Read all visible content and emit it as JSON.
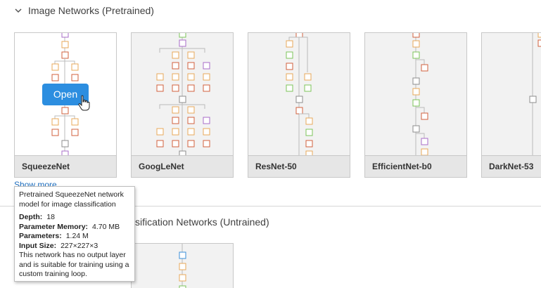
{
  "sections": {
    "pretrained_title": "Image Networks (Pretrained)",
    "untrained_title_visible": "sification Networks (Untrained)"
  },
  "cards": [
    {
      "label": "SqueezeNet",
      "hovered": true
    },
    {
      "label": "GoogLeNet"
    },
    {
      "label": "ResNet-50"
    },
    {
      "label": "EfficientNet-b0"
    },
    {
      "label": "DarkNet-53"
    }
  ],
  "open_button": "Open",
  "show_more": "Show more",
  "tooltip": {
    "description": "Pretrained SqueezeNet network model for image classification",
    "depth_label": "Depth:",
    "depth_value": "18",
    "memory_label": "Parameter Memory:",
    "memory_value": "4.70 MB",
    "params_label": "Parameters:",
    "params_value": "1.24 M",
    "input_label": "Input Size:",
    "input_value": "227×227×3",
    "note": "This network has no output layer and is suitable for training using a custom training loop."
  },
  "colors": {
    "accent": "#2c8ee0",
    "link": "#1f6fbf",
    "node_orange": "#e8a85a",
    "node_red": "#d2603e",
    "node_green": "#7cc45a",
    "node_purple": "#a86cc8",
    "node_gray": "#8c8c8c"
  },
  "icons": {
    "collapse": "chevron-down-icon",
    "cursor": "hand-pointer-icon"
  }
}
